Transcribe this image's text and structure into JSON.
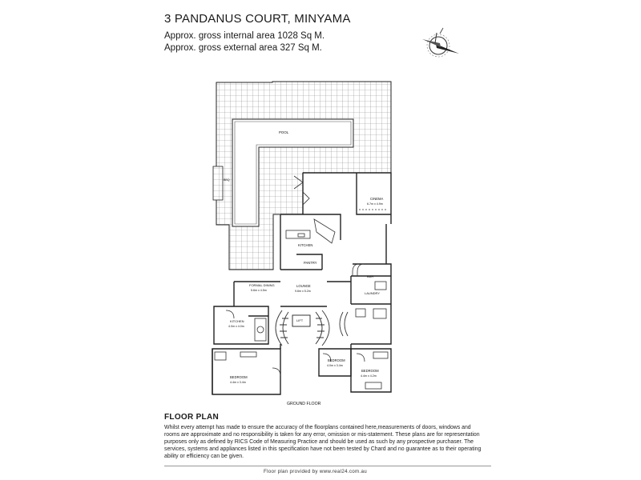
{
  "header": {
    "title": "3 PANDANUS COURT, MINYAMA",
    "internal_area": "Approx. gross internal area 1028 Sq M.",
    "external_area": "Approx. gross external area 327 Sq M."
  },
  "compass": {
    "icon": "compass-north-icon"
  },
  "plan": {
    "level_label": "GROUND FLOOR",
    "rooms": {
      "pool": "POOL",
      "cinema_name": "CINEMA",
      "cinema_dims": "6.7m x 4.9m",
      "kitchen_name": "KITCHEN",
      "pantry": "PANTRY",
      "formal_dining_name": "FORMAL DINING",
      "formal_dining_dims": "5.6m x 4.5m",
      "lounge_name": "LOUNGE",
      "lounge_dims": "9.6m x 5.2m",
      "bar": "BAR",
      "laundry": "LAUNDRY",
      "lift": "LIFT",
      "kitchen2_name": "KITCHEN",
      "kitchen2_dims": "4.0m x 4.0m",
      "bedroom_a_name": "BEDROOM",
      "bedroom_a_dims": "4.4m x 3.4m",
      "bedroom_b_name": "BEDROOM",
      "bedroom_b_dims": "4.0m x 3.4m",
      "bedroom_c_name": "BEDROOM",
      "bedroom_c_dims": "4.4m x 4.2m",
      "bbq": "BBQ"
    }
  },
  "footer": {
    "floor_plan_heading": "FLOOR PLAN",
    "disclaimer": "Whilst every attempt has made to ensure the accuracy of the floorplans contained here,measurements of doors, windows and rooms are approximate and no responsibility is taken for any error, omission or mis-statement. These plans are for representation purposes only as defined by RICS Code of Measuring Practice and should be used as such by any prospective purchaser. The services, systems and appliances listed in this specification have not been tested by Chard and no guarantee as to their operating ability or efficiency can be given.",
    "credit": "Floor plan provided by www.real24.com.au"
  },
  "colors": {
    "line": "#222222",
    "grid": "#9a9a9a",
    "background": "#ffffff"
  }
}
